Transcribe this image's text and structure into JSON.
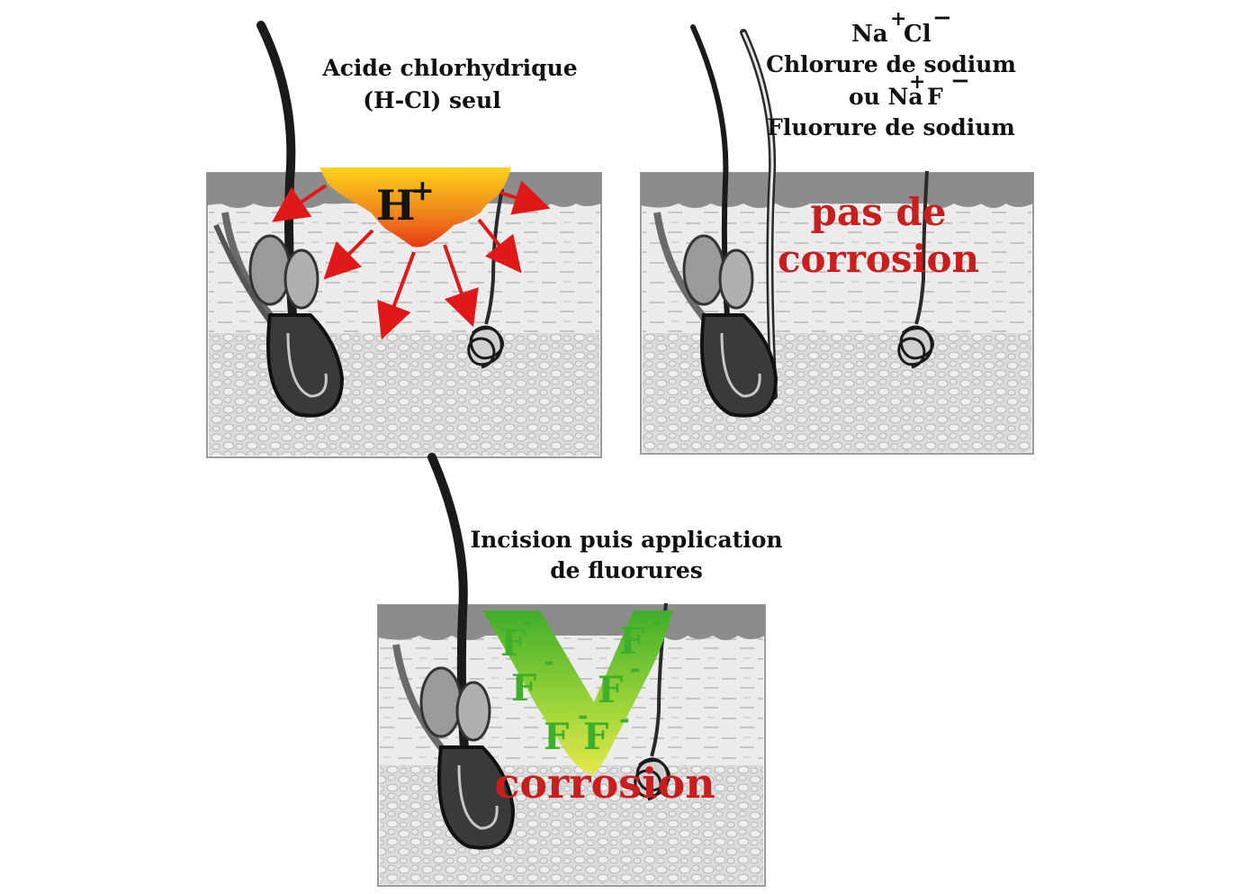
{
  "panel_left": {
    "title_line1": "Acide chlorhydrique",
    "title_line2": "(H-Cl) seul",
    "ion": "H",
    "ion_charge": "+"
  },
  "panel_right": {
    "formula1_na": "Na",
    "formula1_na_charge": "+",
    "formula1_cl": "Cl",
    "formula1_cl_charge": "−",
    "line2": "Chlorure de sodium",
    "formula2_prefix": "ou Na",
    "formula2_na_charge": "+",
    "formula2_f": "F",
    "formula2_f_charge": "−",
    "line4": "Fluorure de sodium",
    "result_line1": "pas de",
    "result_line2": "corrosion"
  },
  "panel_bottom": {
    "title_line1": "Incision puis application",
    "title_line2": "de fluorures",
    "ion": "F",
    "ion_charge": "-",
    "result": "corrosion"
  },
  "colors": {
    "skin_top": "#8c8c8c",
    "dermis": "#e6e6e6",
    "hypodermis": "#d9d9d9",
    "acid_orange": "#f08a1a",
    "acid_red": "#e63a14",
    "acid_yellow": "#ffd21a",
    "arrow_red": "#e01818",
    "fluoride_green": "#3fae2a",
    "fluoride_yellow": "#e6e84a",
    "corrosion_red": "#c81e1e"
  }
}
